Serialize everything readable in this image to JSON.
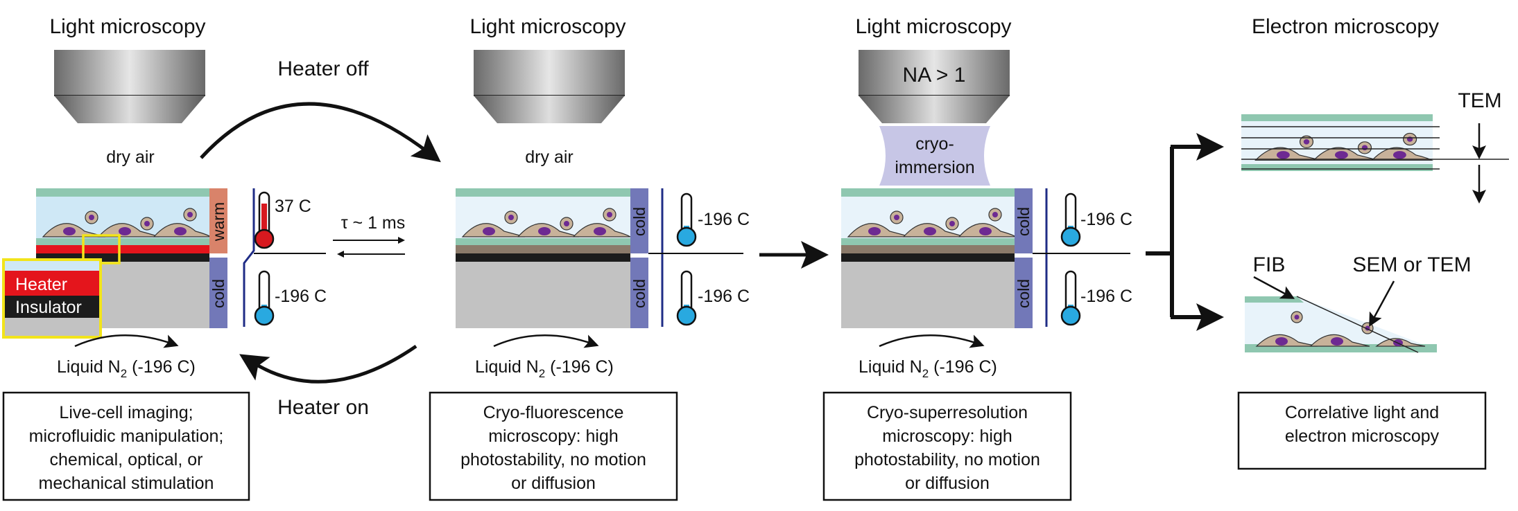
{
  "colors": {
    "medium": "#cfe8f6",
    "medium_cold": "#e8f3fa",
    "glass": "#8fc7b0",
    "heater": "#e4151c",
    "insulator": "#1c1c1c",
    "block": "#c2c2c2",
    "warm_strip": "#d9836a",
    "cold_strip": "#7278b8",
    "cell": "#c8b29a",
    "nucleus": "#6d2a92",
    "hot_fluid": "#d7191f",
    "cold_fluid": "#29a9e0",
    "inset_border": "#f2e41a",
    "immersion": "#c7c6e6"
  },
  "icons": [
    "objective-icon",
    "thermometer-icon",
    "curved-arrow-icon",
    "straight-arrow-icon",
    "cell-icon"
  ],
  "stage1": {
    "title": "Light microscopy",
    "dry_air": "dry air",
    "warm_label": "warm",
    "cold_label": "cold",
    "temp_hot": "37 C",
    "temp_cold": "-196 C",
    "inset_heater": "Heater",
    "inset_insulator": "Insulator",
    "liquid": "Liquid N",
    "liquid_sub": "2",
    "liquid_rest": " (-196 C)",
    "box_lines": [
      "Live-cell imaging;",
      "microfluidic manipulation;",
      "chemical, optical, or",
      "mechanical stimulation"
    ]
  },
  "transition": {
    "heater_off": "Heater off",
    "heater_on": "Heater on",
    "tau": "τ ~ 1 ms"
  },
  "stage2": {
    "title": "Light microscopy",
    "dry_air": "dry air",
    "cold_label_top": "cold",
    "cold_label_bottom": "cold",
    "temp_top": "-196 C",
    "temp_bottom": "-196 C",
    "liquid": "Liquid N",
    "liquid_sub": "2",
    "liquid_rest": " (-196 C)",
    "box_lines": [
      "Cryo-fluorescence",
      "microscopy: high",
      "photostability, no motion",
      "or diffusion"
    ]
  },
  "stage3": {
    "title": "Light microscopy",
    "objective_label": "NA > 1",
    "immersion_lines": [
      "cryo-",
      "immersion"
    ],
    "cold_label_top": "cold",
    "cold_label_bottom": "cold",
    "temp_top": "-196 C",
    "temp_bottom": "-196 C",
    "liquid": "Liquid N",
    "liquid_sub": "2",
    "liquid_rest": " (-196 C)",
    "box_lines": [
      "Cryo-superresolution",
      "microscopy: high",
      "photostability, no motion",
      "or diffusion"
    ]
  },
  "stage4": {
    "title": "Electron microscopy",
    "tem": "TEM",
    "fib": "FIB",
    "sem_tem": "SEM or TEM",
    "box_lines": [
      "Correlative light and",
      "electron microscopy"
    ]
  }
}
